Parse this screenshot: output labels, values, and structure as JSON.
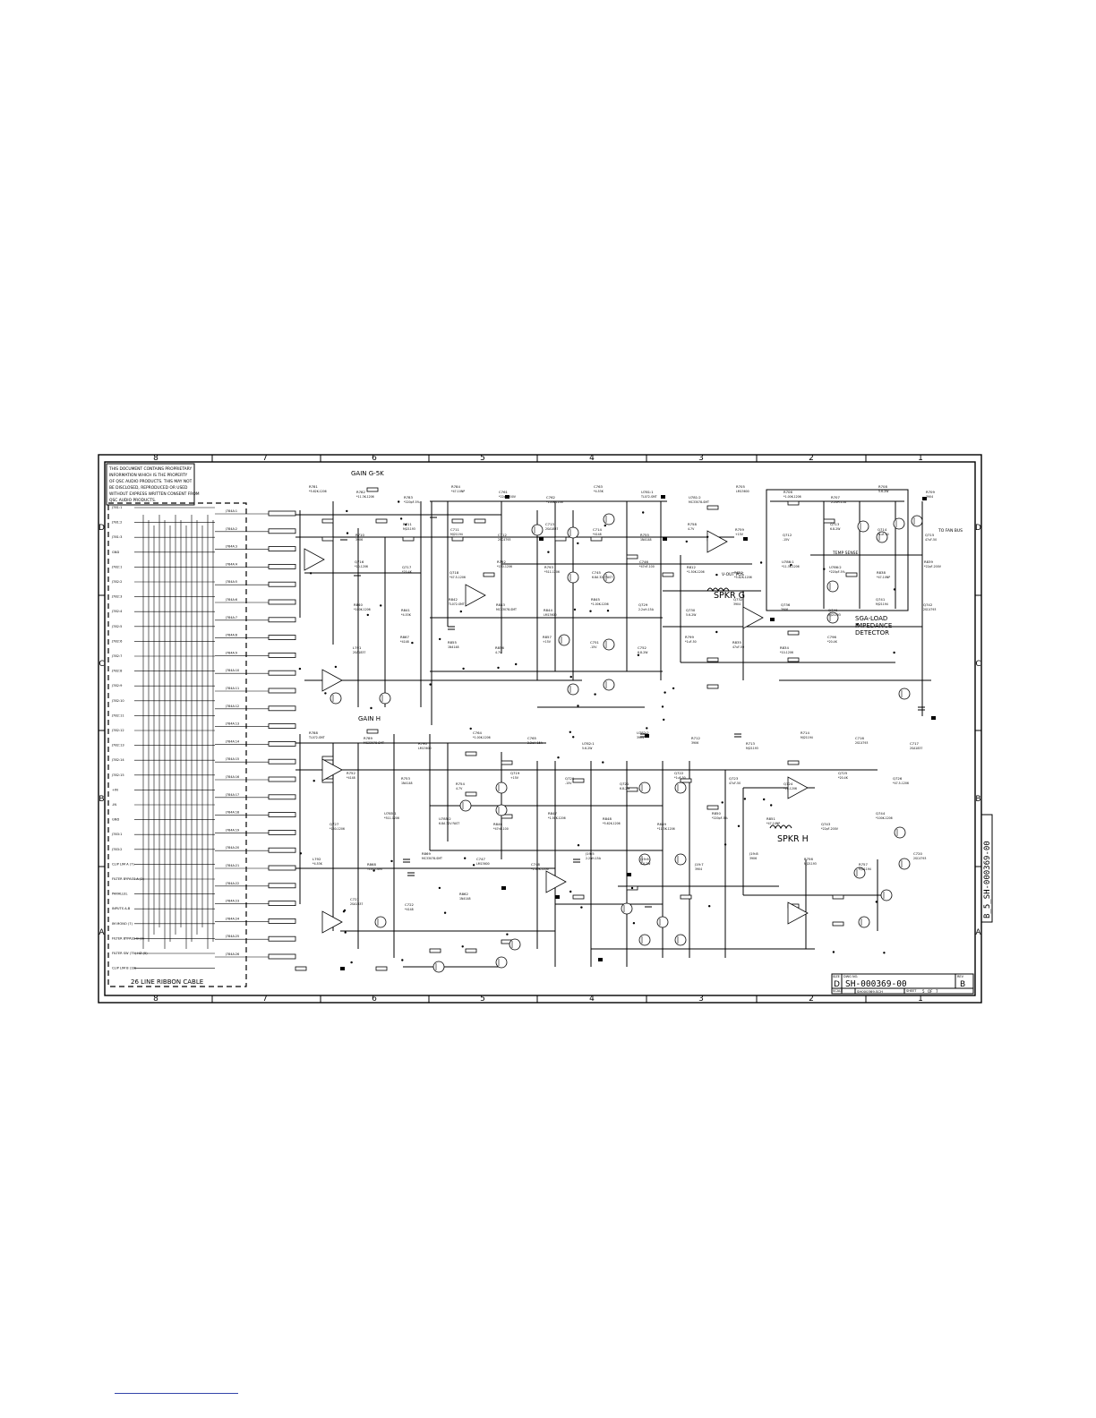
{
  "notice": {
    "lines": [
      "THIS DOCUMENT CONTAINS PROPRIETARY",
      "INFORMATION WHICH IS THE PROPERTY",
      "OF QSC AUDIO PRODUCTS. THIS MAY NOT",
      "BE DISCLOSED, REPRODUCED OR USED",
      "WITHOUT EXPRESS WRITTEN CONSENT FROM",
      "QSC AUDIO PRODUCTS."
    ]
  },
  "zones": {
    "columns": [
      "8",
      "7",
      "6",
      "5",
      "4",
      "3",
      "2",
      "1"
    ],
    "rows": [
      "D",
      "C",
      "B",
      "A"
    ]
  },
  "section_labels": {
    "gain_g": "GAIN G-5K",
    "gain_h": "GAIN H",
    "spkr_g": "SPKR G",
    "spkr_h": "SPKR H",
    "sga_load": [
      "SGA-LOAD",
      "IMPEDANCE",
      "DETECTOR"
    ],
    "ribbon": "26 LINE RIBBON CABLE",
    "temp_sense": "TEMP SENSE",
    "to_fan_bus": "TO FAN BUS",
    "vout_pos": "V-OUT POS"
  },
  "connector_labels": [
    "J784A:1",
    "J784A:2",
    "J784A:3",
    "J784A:4",
    "J784A:5",
    "J784A:6",
    "J784A:7",
    "J784A:8",
    "J784A:9",
    "J784A:10",
    "J784A:11",
    "J784A:12",
    "J784A:13",
    "J784A:14",
    "J784A:15",
    "J784A:16",
    "J784A:17",
    "J784A:18",
    "J784A:19",
    "J784A:20",
    "J784A:21",
    "J784A:22",
    "J784A:23",
    "J784A:24",
    "J784A:25",
    "J784A:26"
  ],
  "left_labels": [
    "J781:1",
    "J781:2",
    "J781:3",
    "GND",
    "J782:1",
    "J782:2",
    "J782:3",
    "J782:4",
    "J782:5",
    "J782:6",
    "J782:7",
    "J782:8",
    "J782:9",
    "J782:10",
    "J782:11",
    "J782:12",
    "J782:13",
    "J782:14",
    "J782:15",
    "+IN",
    "-IN",
    "GND",
    "J783:1",
    "J783:2",
    "CLIP LIM A (7)",
    "FILTER BYPASS A (2)",
    "PARALLEL",
    "INPUTS A-B",
    "IM MONO (7)",
    "FILTER BYPASS B (3)",
    "FILTER SW (75) HZ (5)",
    "CLIP LIM B (18)"
  ],
  "part_labels_top": [
    "R781",
    "R782",
    "R783",
    "R784",
    "C761",
    "C762",
    "C763",
    "U781:1",
    "U781:2",
    "R705",
    "R706",
    "R707",
    "R708",
    "R709",
    "R710",
    "R711",
    "C711",
    "C712",
    "C713",
    "C714",
    "R755",
    "R758",
    "R759",
    "Q712",
    "Q713",
    "Q714",
    "Q715",
    "Q716",
    "Q717",
    "Q718",
    "R792",
    "R793",
    "C745",
    "C746",
    "R812",
    "R821",
    "U786:1",
    "U786:2",
    "R838",
    "R839",
    "R840",
    "R841",
    "R842",
    "R843",
    "R844",
    "R845",
    "Q729",
    "Q730",
    "Q732",
    "Q736",
    "Q740",
    "Q741",
    "Q742",
    "L791",
    "R867",
    "R855",
    "R856",
    "R857",
    "C751",
    "C752",
    "R799",
    "R835",
    "R834",
    "C796"
  ],
  "part_labels_bottom": [
    "R788",
    "R789",
    "R790",
    "C764",
    "C765",
    "U782:1",
    "U782:2",
    "R712",
    "R713",
    "R714",
    "C716",
    "C717",
    "R752",
    "R753",
    "R754",
    "Q719",
    "Q720",
    "Q721",
    "Q722",
    "Q723",
    "Q724",
    "Q725",
    "Q726",
    "Q727",
    "U785:1",
    "U785:2",
    "R846",
    "R847",
    "R848",
    "R849",
    "R850",
    "R851",
    "Q743",
    "Q744",
    "L792",
    "R868",
    "R869",
    "C747",
    "C748",
    "J19:5",
    "J19:6",
    "J19:7",
    "J19:8",
    "R756",
    "R757",
    "C720",
    "C721",
    "C722",
    "R862"
  ],
  "values": [
    "*5.62K-1206",
    "*11.3K-1206",
    "*220pF-5%",
    "*47-10NP",
    "*22pF-200V",
    "*100K-1206",
    "*4.53K",
    "TL072-SMT",
    "MC33078-SMT",
    "LM13600",
    "*1.00K-1206",
    "2.2uH-15A",
    "5.6-2W",
    "3904",
    "3906",
    "MJ21193",
    "MJ21194",
    "2SC4793",
    "2SA1837",
    "*4148",
    "1N4148",
    "4.7V",
    "+15V",
    "-15V",
    "6.8-2W",
    "*1uF-50",
    "47uF-50",
    "*10-1206",
    "*20.4K",
    "*47.5-1206",
    "*150-1206",
    "*511-1206",
    "6.8A 32V FAST",
    "*47nF-100",
    "*1.50K-1206"
  ],
  "title_block": {
    "size": "D",
    "drawing_number": "SH-000369-00",
    "revision": "B",
    "filename": "SH000369.SCH",
    "sheet": "5",
    "of": "7",
    "labels": {
      "size": "SIZE",
      "dwg_no": "DWG NO.",
      "rev": "REV",
      "scale": "SCALE",
      "sheet": "SHEET"
    }
  },
  "margin_id": "B_5_SH-000369-00"
}
